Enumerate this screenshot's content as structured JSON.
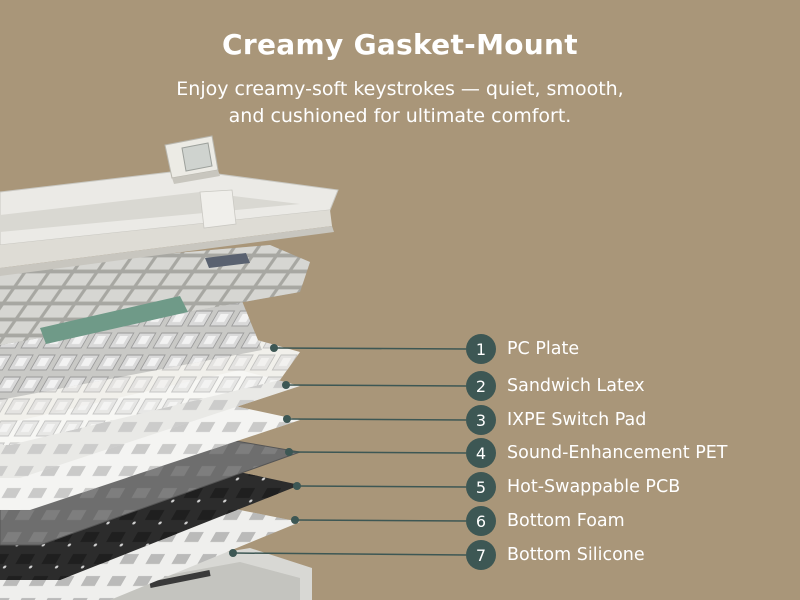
{
  "header": {
    "title": "Creamy Gasket-Mount",
    "subtitle_line1": "Enjoy creamy-soft keystrokes — quiet, smooth,",
    "subtitle_line2": "and cushioned for ultimate comfort."
  },
  "layers": [
    {
      "number": "1",
      "label": "PC Plate"
    },
    {
      "number": "2",
      "label": "Sandwich Latex"
    },
    {
      "number": "3",
      "label": "IXPE Switch Pad"
    },
    {
      "number": "4",
      "label": "Sound-Enhancement PET"
    },
    {
      "number": "5",
      "label": "Hot-Swappable PCB"
    },
    {
      "number": "6",
      "label": "Bottom Foam"
    },
    {
      "number": "7",
      "label": "Bottom Silicone"
    }
  ],
  "colors": {
    "background": "#a99679",
    "badge": "#3d5754",
    "leader_line": "#3d5754",
    "text": "#ffffff",
    "accent_key": "#6f9a88"
  }
}
